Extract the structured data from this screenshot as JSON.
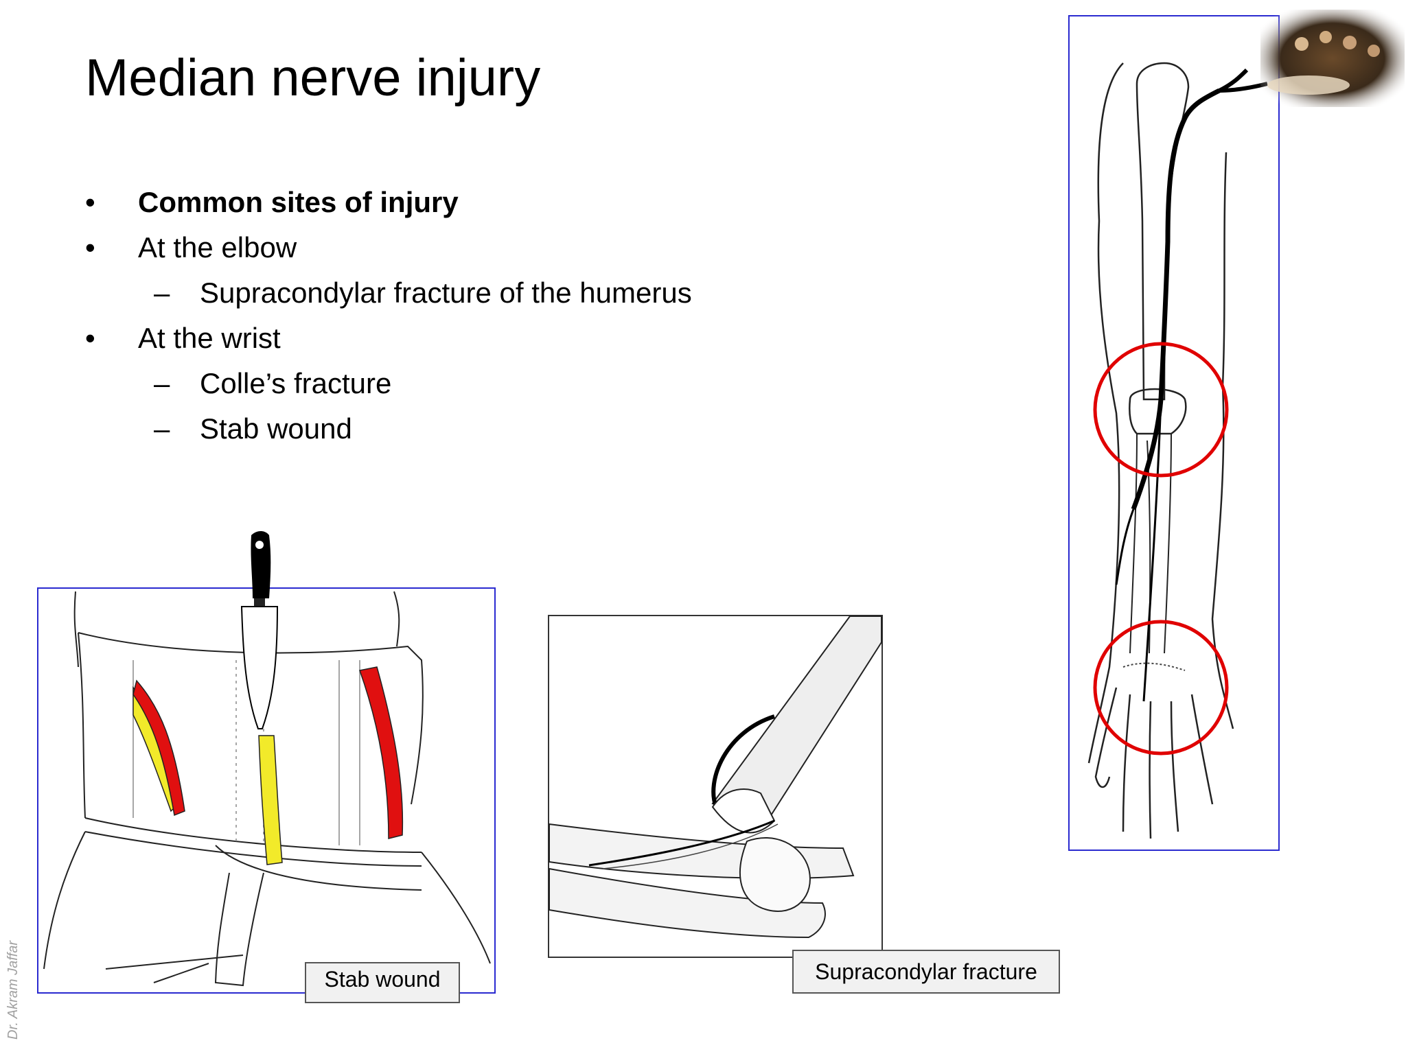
{
  "slide": {
    "title": "Median nerve injury",
    "bullets": [
      {
        "marker": "•",
        "text": "Common sites of injury",
        "level": 1,
        "bold": true
      },
      {
        "marker": "•",
        "text": "At the elbow",
        "level": 1,
        "bold": false
      },
      {
        "marker": "–",
        "text": "Supracondylar fracture of the humerus",
        "level": 2,
        "bold": false
      },
      {
        "marker": "•",
        "text": "At the wrist",
        "level": 1,
        "bold": false
      },
      {
        "marker": "–",
        "text": "Colle’s fracture",
        "level": 2,
        "bold": false
      },
      {
        "marker": "–",
        "text": "Stab wound",
        "level": 2,
        "bold": false
      }
    ]
  },
  "figures": {
    "stab": {
      "caption": "Stab wound",
      "icon": "knife-icon"
    },
    "supracondylar": {
      "caption": "Supracondylar fracture"
    },
    "arm": {
      "icon": "arm-nerve-diagram"
    }
  },
  "watermark": "Dr. Akram Jaffar",
  "colors": {
    "frame_blue": "#2a2ad0",
    "nerve_yellow": "#f2ea2a",
    "artery_red": "#e01010",
    "circle_red": "#e00000"
  }
}
